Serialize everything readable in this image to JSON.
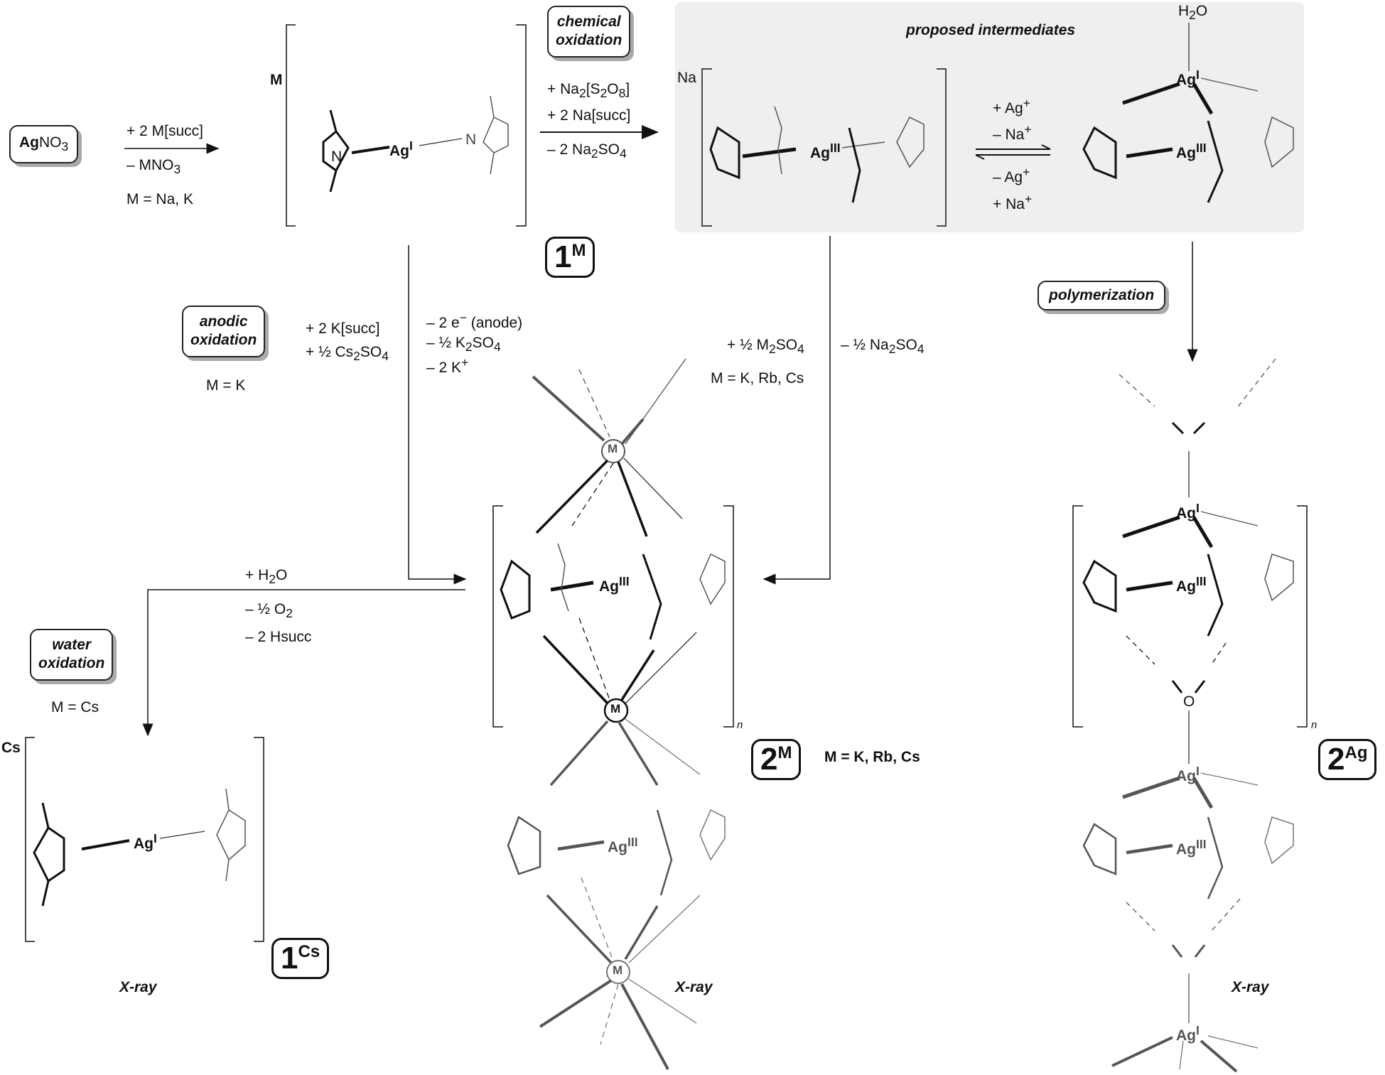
{
  "title": "Silver succinimide oxidation scheme",
  "panel": {
    "proposed_intermediates": "proposed intermediates"
  },
  "start": {
    "label": "AgNO3",
    "parts": [
      "Ag",
      "NO",
      "3"
    ]
  },
  "step1": {
    "above": "+ 2 M[succ]",
    "below": "– MNO3",
    "condition": "M = Na, K"
  },
  "method_boxes": {
    "chemical": [
      "chemical",
      "oxidation"
    ],
    "anodic": [
      "anodic",
      "oxidation"
    ],
    "water": [
      "water",
      "oxidation"
    ],
    "polymerization": [
      "polymerization"
    ]
  },
  "chemical_reagents": [
    "+ Na2[S2O8]",
    "+ 2 Na[succ]",
    "– 2 Na2SO4"
  ],
  "equilibrium": [
    "+ Ag+",
    "– Na+",
    "– Ag+",
    "+ Na+"
  ],
  "anodic": {
    "reagents": [
      "+ 2  K[succ]",
      "+ ½ Cs2SO4"
    ],
    "condition": "M = K",
    "losses": [
      "– 2 e− (anode)",
      "– ½ K2SO4",
      "– 2 K+"
    ]
  },
  "metathesis": {
    "add": "+ ½ M2SO4",
    "condition": "M = K, Rb, Cs",
    "loss": "– ½ Na2SO4"
  },
  "water": {
    "add": "+ H2O",
    "losses": [
      "– ½ O2",
      "– 2 Hsucc"
    ],
    "condition": "M = Cs"
  },
  "compounds": {
    "c1M": {
      "num": "1",
      "sup": "M"
    },
    "c1Cs": {
      "num": "1",
      "sup": "Cs"
    },
    "c2M": {
      "num": "2",
      "sup": "M",
      "note": "M = K, Rb, Cs"
    },
    "c2Ag": {
      "num": "2",
      "sup": "Ag"
    }
  },
  "counterions": {
    "c1M": "M",
    "c1Cs": "Cs",
    "int1": "Na"
  },
  "atoms": {
    "AgI": "Ag",
    "AgIII": "Ag",
    "ox1": "I",
    "ox3": "III",
    "N": "N",
    "O": "O",
    "M": "M",
    "H": "H",
    "H2O": "H2O"
  },
  "polymer_index": "n",
  "xray": "X-ray"
}
